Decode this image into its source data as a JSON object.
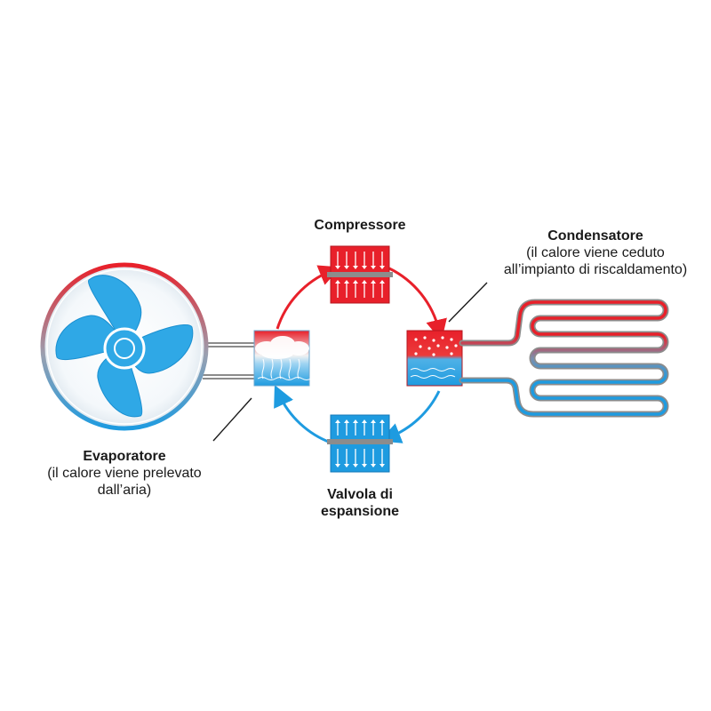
{
  "labels": {
    "compressor": {
      "title": "Compressore"
    },
    "condenser": {
      "title": "Condensatore",
      "line1": "(il calore viene ceduto",
      "line2": "all’impianto di riscaldamento)"
    },
    "evaporator": {
      "title": "Evaporatore",
      "line1": "(il calore viene prelevato",
      "line2": "dall’aria)"
    },
    "valve": {
      "title_line1": "Valvola di",
      "title_line2": "espansione"
    }
  },
  "colors": {
    "hot": "#e8202a",
    "cold": "#1e9be0",
    "fan_blue": "#2fa8e6",
    "gray": "#8c8c8c"
  },
  "icons": {
    "fan": "fan-icon",
    "compressor": "compressor-icon",
    "condenser": "condenser-icon",
    "valve": "expansion-valve-icon",
    "evaporator": "evaporator-icon",
    "radiator": "radiator-coil-icon"
  }
}
